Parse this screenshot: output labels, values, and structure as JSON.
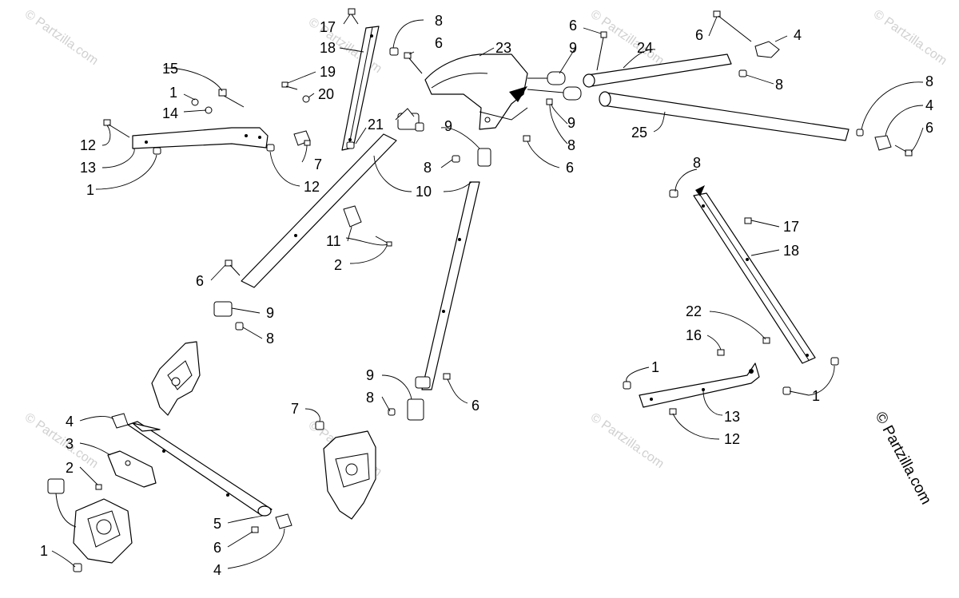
{
  "watermark": "© Partzilla.com",
  "copyright": "© Partzilla.com",
  "callouts": [
    {
      "n": "17"
    },
    {
      "n": "18"
    },
    {
      "n": "19"
    },
    {
      "n": "20"
    },
    {
      "n": "8"
    },
    {
      "n": "6"
    },
    {
      "n": "23"
    },
    {
      "n": "15"
    },
    {
      "n": "1"
    },
    {
      "n": "14"
    },
    {
      "n": "12"
    },
    {
      "n": "13"
    },
    {
      "n": "1"
    },
    {
      "n": "7"
    },
    {
      "n": "12"
    },
    {
      "n": "21"
    },
    {
      "n": "10"
    },
    {
      "n": "11"
    },
    {
      "n": "2"
    },
    {
      "n": "6"
    },
    {
      "n": "9"
    },
    {
      "n": "8"
    },
    {
      "n": "9"
    },
    {
      "n": "8"
    },
    {
      "n": "6"
    },
    {
      "n": "6"
    },
    {
      "n": "9"
    },
    {
      "n": "24"
    },
    {
      "n": "6"
    },
    {
      "n": "4"
    },
    {
      "n": "8"
    },
    {
      "n": "9"
    },
    {
      "n": "8"
    },
    {
      "n": "25"
    },
    {
      "n": "8"
    },
    {
      "n": "4"
    },
    {
      "n": "6"
    },
    {
      "n": "8"
    },
    {
      "n": "17"
    },
    {
      "n": "18"
    },
    {
      "n": "22"
    },
    {
      "n": "16"
    },
    {
      "n": "1"
    },
    {
      "n": "1"
    },
    {
      "n": "13"
    },
    {
      "n": "12"
    },
    {
      "n": "9"
    },
    {
      "n": "8"
    },
    {
      "n": "6"
    },
    {
      "n": "7"
    },
    {
      "n": "4"
    },
    {
      "n": "3"
    },
    {
      "n": "2"
    },
    {
      "n": "5"
    },
    {
      "n": "6"
    },
    {
      "n": "4"
    },
    {
      "n": "1"
    }
  ]
}
